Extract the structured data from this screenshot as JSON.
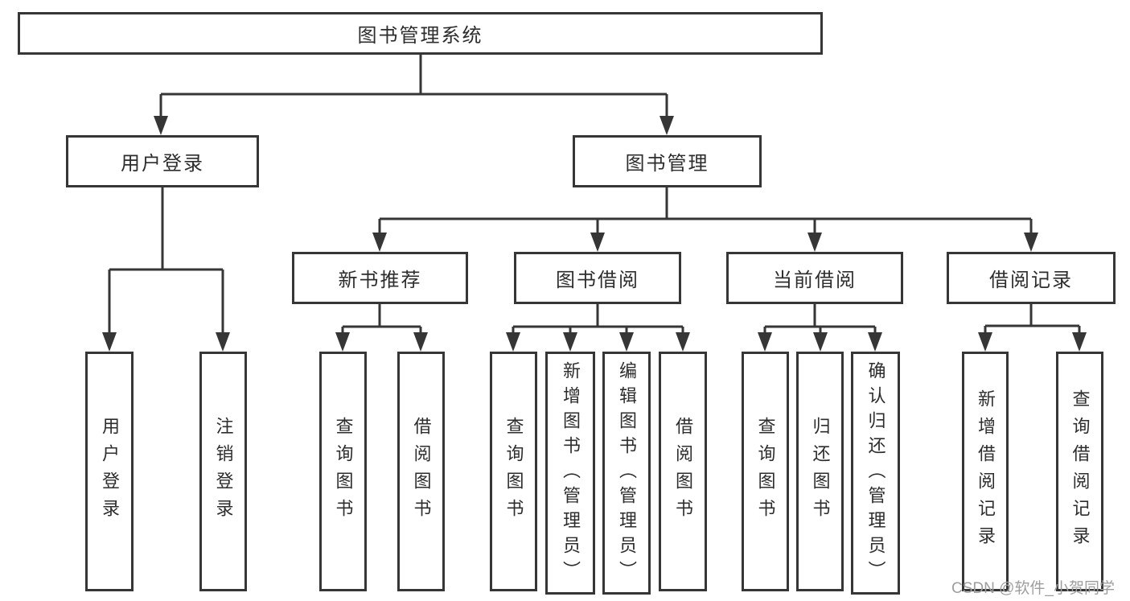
{
  "diagram": {
    "type": "hierarchy-tree",
    "root": {
      "label": "图书管理系统"
    },
    "level1": [
      {
        "label": "用户登录",
        "parent": "图书管理系统"
      },
      {
        "label": "图书管理",
        "parent": "图书管理系统"
      }
    ],
    "level2": [
      {
        "label": "新书推荐",
        "parent": "图书管理"
      },
      {
        "label": "图书借阅",
        "parent": "图书管理"
      },
      {
        "label": "当前借阅",
        "parent": "图书管理"
      },
      {
        "label": "借阅记录",
        "parent": "图书管理"
      }
    ],
    "leaves": [
      {
        "label": "用户登录",
        "parent": "用户登录"
      },
      {
        "label": "注销登录",
        "parent": "用户登录"
      },
      {
        "label": "查询图书",
        "parent": "新书推荐"
      },
      {
        "label": "借阅图书",
        "parent": "新书推荐"
      },
      {
        "label": "查询图书",
        "parent": "图书借阅"
      },
      {
        "label": "新增图书（管理员）",
        "parent": "图书借阅"
      },
      {
        "label": "编辑图书（管理员）",
        "parent": "图书借阅"
      },
      {
        "label": "借阅图书",
        "parent": "图书借阅"
      },
      {
        "label": "查询图书",
        "parent": "当前借阅"
      },
      {
        "label": "归还图书",
        "parent": "当前借阅"
      },
      {
        "label": "确认归还（管理员）",
        "parent": "当前借阅"
      },
      {
        "label": "新增借阅记录",
        "parent": "借阅记录"
      },
      {
        "label": "查询借阅记录",
        "parent": "借阅记录"
      }
    ],
    "watermark": "CSDN @软件_小贺同学",
    "colors": {
      "line": "#363636",
      "box_border": "#363636",
      "text": "#2d2d2d",
      "watermark": "#9e9e9e",
      "background": "#ffffff"
    }
  }
}
